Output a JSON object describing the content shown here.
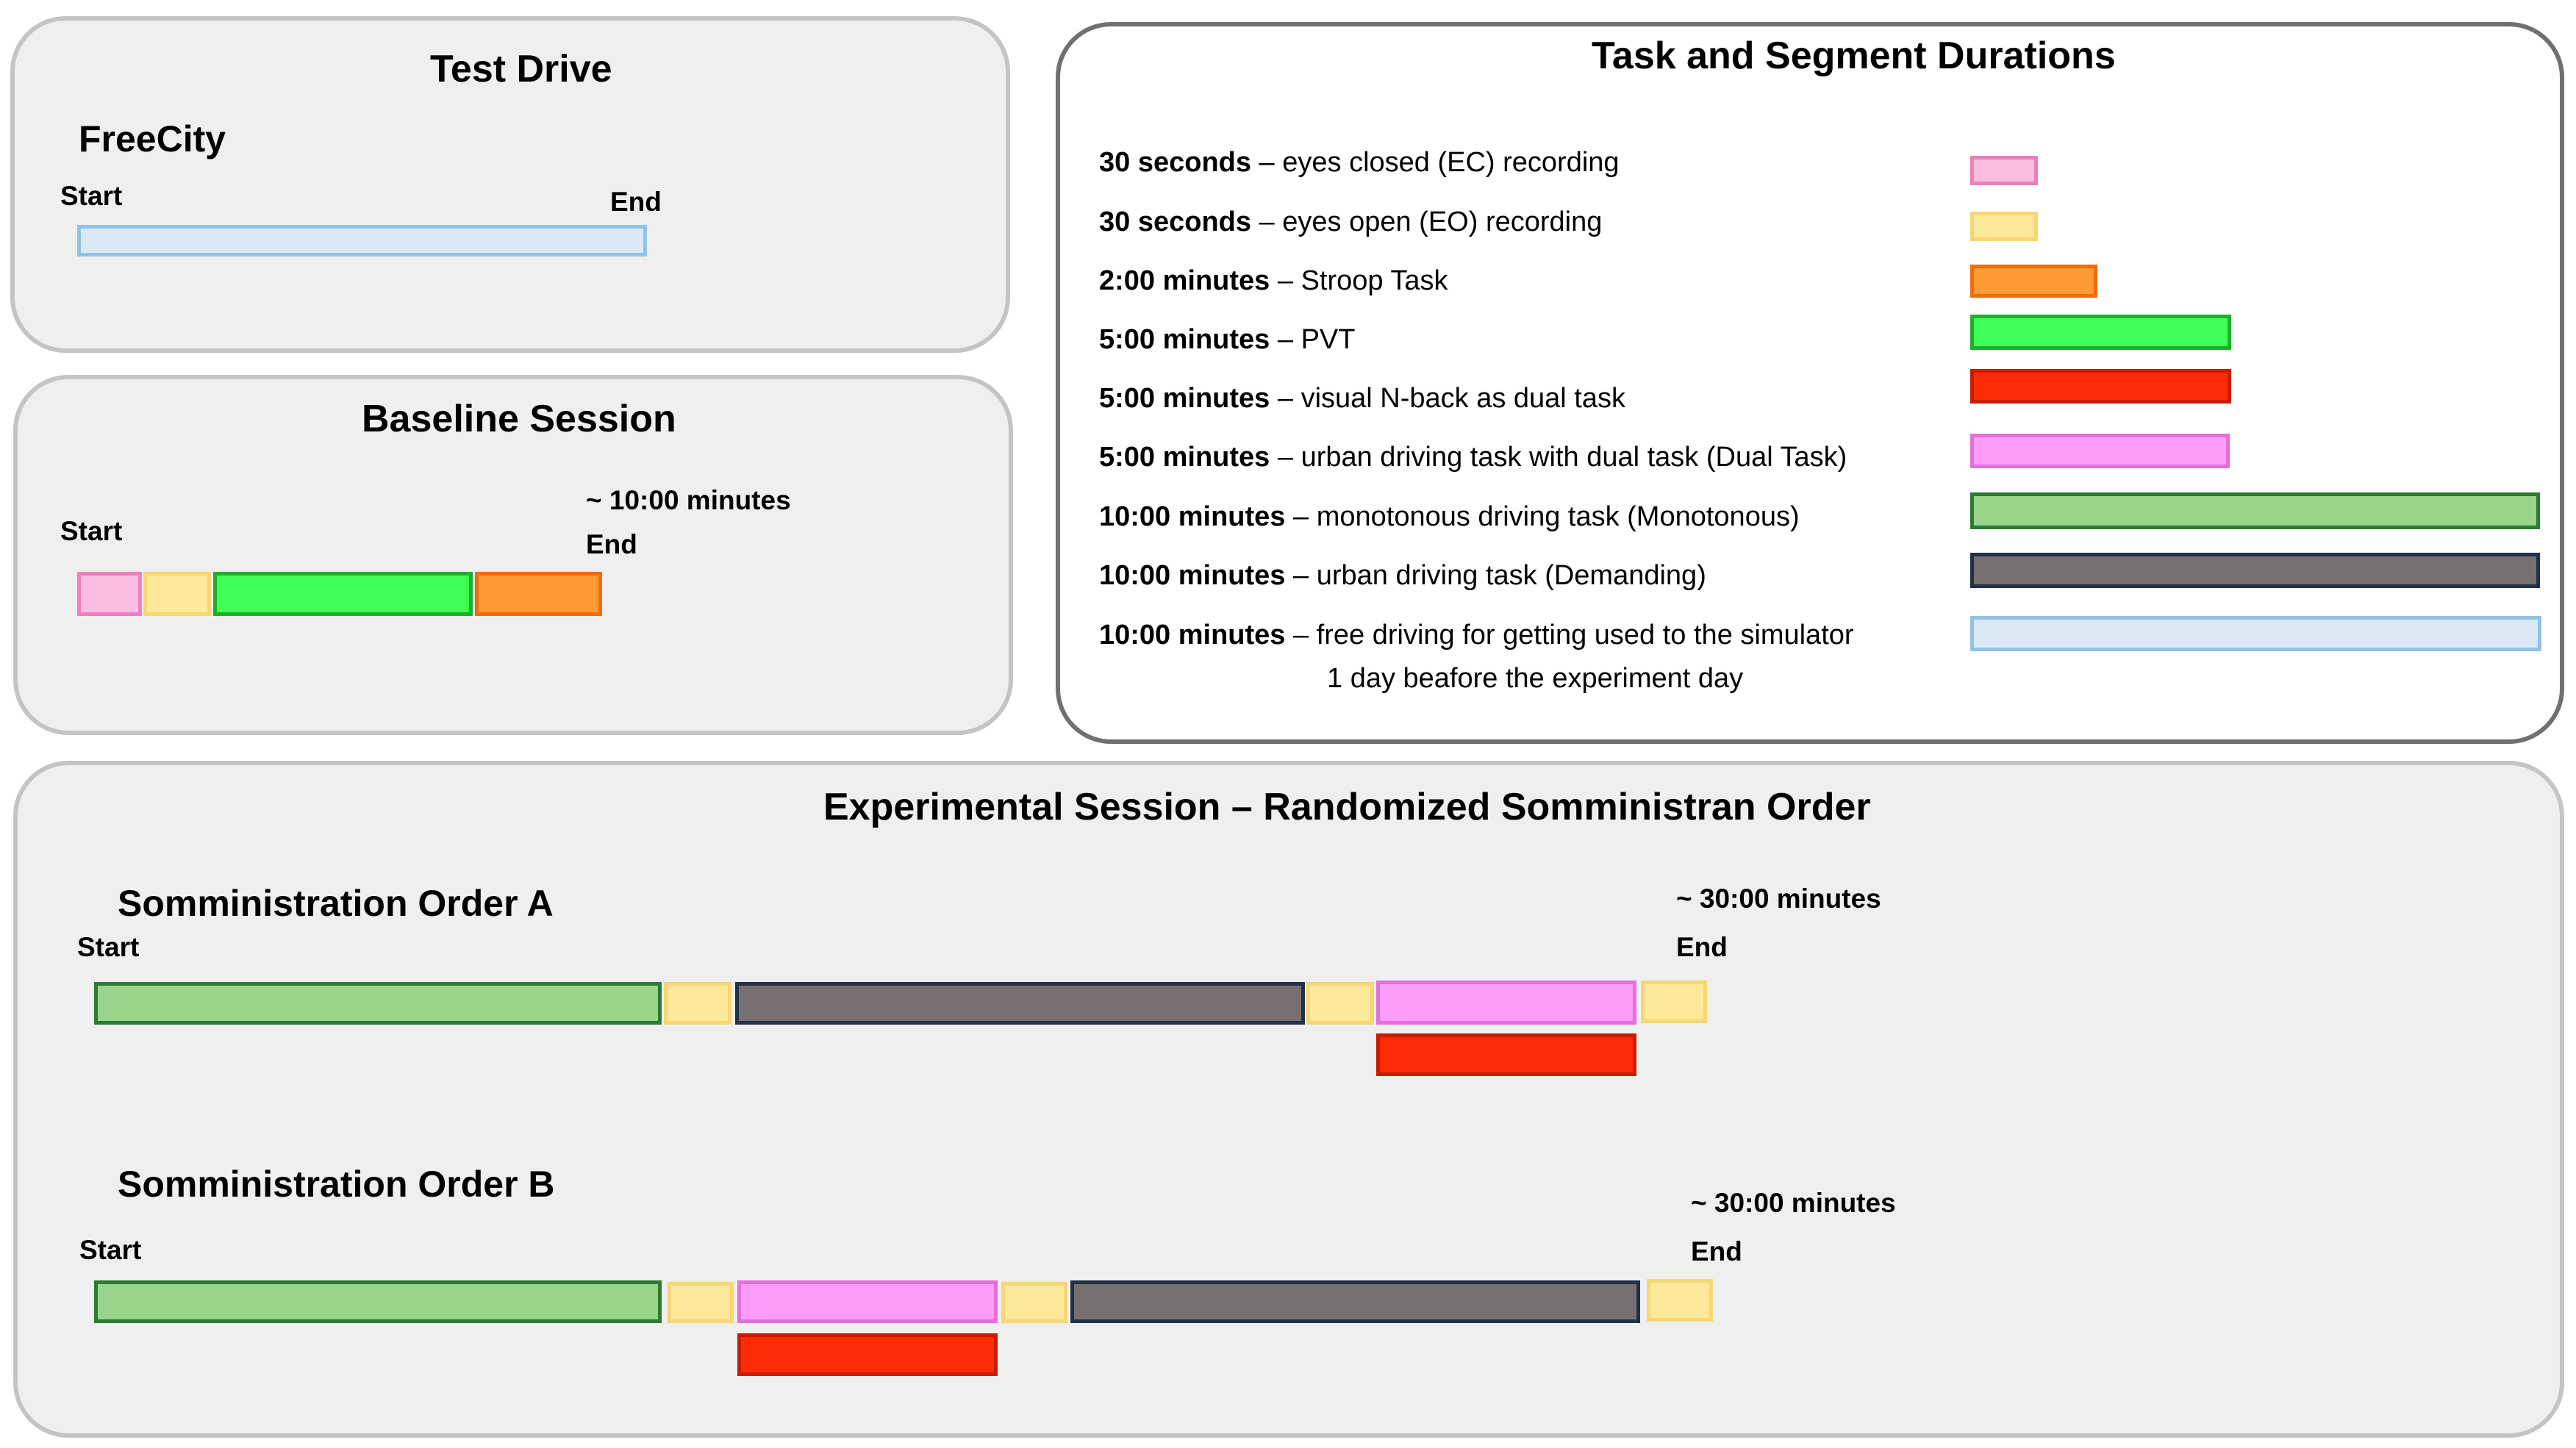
{
  "test_drive": {
    "title": "Test Drive",
    "subtitle": "FreeCity",
    "start": "Start",
    "end": "End"
  },
  "baseline": {
    "title": "Baseline Session",
    "duration": "~ 10:00 minutes",
    "start": "Start",
    "end": "End"
  },
  "legend": {
    "title": "Task and Segment Durations",
    "items": [
      {
        "duration": "30 seconds",
        "sep": " – ",
        "desc": "eyes closed (EC) recording",
        "color": "#f9bde0"
      },
      {
        "duration": "30 seconds",
        "sep": " – ",
        "desc": "eyes open (EO) recording",
        "color": "#fde99a"
      },
      {
        "duration": "2:00 minutes",
        "sep": " –  ",
        "desc": "Stroop Task",
        "color": "#fe9a32"
      },
      {
        "duration": "5:00 minutes",
        "sep": " – ",
        "desc": "PVT",
        "color": "#40ff58"
      },
      {
        "duration": "5:00 minutes",
        "sep": " – ",
        "desc": "visual N-back as dual task",
        "color": "#ff2a06"
      },
      {
        "duration": "5:00 minutes",
        "sep": " – ",
        "desc": "urban driving task with dual task (Dual Task)",
        "color": "#fd9cf9"
      },
      {
        "duration": "10:00 minutes",
        "sep": " – ",
        "desc": "monotonous driving task (Monotonous)",
        "color": "#98d48a"
      },
      {
        "duration": "10:00 minutes",
        "sep": " – ",
        "desc": "urban driving task (Demanding)",
        "color": "#787070"
      },
      {
        "duration": "10:00 minutes",
        "sep": " – ",
        "desc": "free driving for getting used to the simulator",
        "color": "#dbe9f7"
      }
    ],
    "note": "1 day beafore the experiment day"
  },
  "experimental": {
    "title": "Experimental Session – Randomized Somministran Order",
    "order_a": {
      "title": "Somministration Order A",
      "duration": "~  30:00 minutes",
      "start": "Start",
      "end": "End"
    },
    "order_b": {
      "title": "Somministration Order B",
      "duration": "~  30:00 minutes",
      "start": "Start",
      "end": "End"
    }
  }
}
